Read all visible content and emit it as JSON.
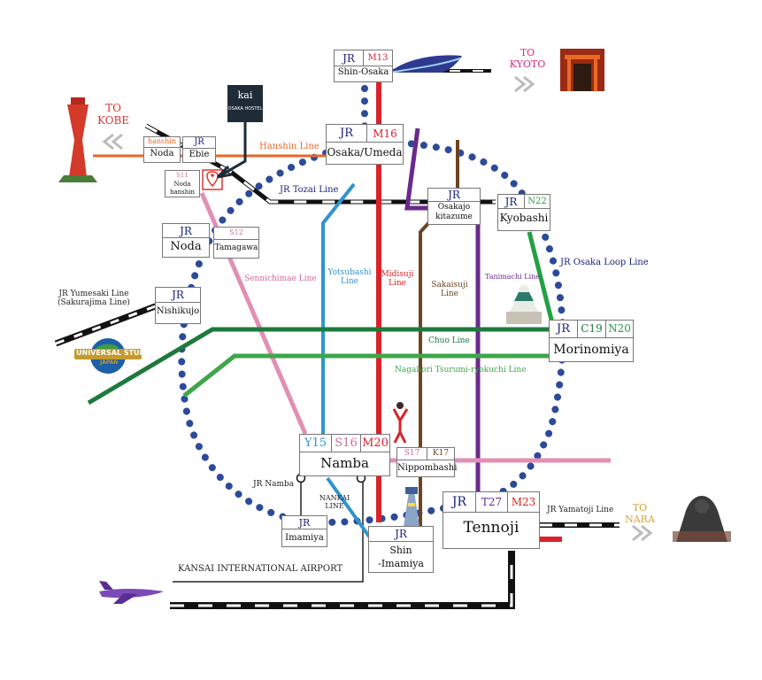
{
  "stations": {
    "shin_osaka": {
      "name": "Shin-Osaka",
      "line1": "JR",
      "line2": "M13"
    },
    "osaka_umeda": {
      "name": "Osaka/Umeda",
      "line1": "JR",
      "line2": "M16"
    },
    "noda_hanshin": {
      "name": "Noda",
      "line1": "hanshin"
    },
    "ebie": {
      "name": "Ebie",
      "line1": "JR"
    },
    "noda_hanshin_s11": {
      "code": "S11",
      "name": "Noda hanshin"
    },
    "noda_jr": {
      "name": "Noda",
      "line1": "JR"
    },
    "tamagawa": {
      "name": "Tamagawa",
      "code": "S12"
    },
    "nishikujo": {
      "name": "Nishikujo",
      "line1": "JR"
    },
    "osakajo_kitazume": {
      "name1": "Osakajo",
      "name2": "kitazume",
      "line1": "JR"
    },
    "kyobashi": {
      "name": "Kyobashi",
      "line1": "JR",
      "line2": "N22"
    },
    "morinomiya": {
      "name": "Morinomiya",
      "line1": "JR",
      "line2": "C19",
      "line3": "N20"
    },
    "namba": {
      "name": "Namba",
      "line1": "Y15",
      "line2": "S16",
      "line3": "M20"
    },
    "nippombashi": {
      "name": "Nippombashi",
      "line1": "S17",
      "line2": "K17"
    },
    "imamiya": {
      "name": "Imamiya",
      "line1": "JR"
    },
    "shin_imamiya": {
      "name1": "Shin",
      "name2": "-Imamiya",
      "line1": "JR"
    },
    "tennoji": {
      "name": "Tennoji",
      "line1": "JR",
      "line2": "T27",
      "line3": "M23"
    }
  },
  "lines": {
    "hanshin": "Hanshin Line",
    "jr_tozai": "JR Tozai Line",
    "sennichimae": "Sennichimae Line",
    "yotsubashi_1": "Yotsubashi",
    "yotsubashi_2": "Line",
    "midisuji_1": "Midisuji",
    "midisuji_2": "Line",
    "sakaisuji_1": "Sakaisuji",
    "sakaisuji_2": "Line",
    "tanimachi": "Tanimachi Line",
    "jr_loop": "JR Osaka Loop Line",
    "jr_yumesaki_1": "JR Yumesaki Line",
    "jr_yumesaki_2": "(Sakurajima Line)",
    "chuo": "Chuo Line",
    "nagahori": "Nagahori Tsurumi-ryokuchi Line",
    "jr_namba": "JR Namba",
    "nankai_1": "NANKAI",
    "nankai_2": "LINE",
    "jr_yamatoji": "JR Yamatoji Line",
    "kansai_airport": "KANSAI INTERNATIONAL AIRPORT"
  },
  "directions": {
    "kobe": {
      "to": "TO",
      "place": "KOBE"
    },
    "kyoto": {
      "to": "TO",
      "place": "KYOTO"
    },
    "nara": {
      "to": "TO",
      "place": "NARA"
    }
  },
  "hotel_logo": {
    "text": "kai",
    "sub": "OSAKA HOSTEL"
  },
  "usj_logo": {
    "text": "UNIVERSAL STUDIOS",
    "sub": "JAPAN"
  },
  "colors": {
    "jr": "#1a237e",
    "loop_dots": "#2c4a9a",
    "hanshin": "#e8672a",
    "midosuji": "#d9232a",
    "tanimachi": "#6a2a8c",
    "sakaisuji": "#6b4421",
    "yotsubashi": "#2e94d0",
    "sennichimae": "#e28fb4",
    "chuo": "#1d7a3c",
    "nagahori": "#3fa64a",
    "direction_red": "#e0352b",
    "direction_pink": "#d4287d",
    "direction_gold": "#d8a33a",
    "n_code_green": "#2b9a44"
  },
  "icons": [
    "location-pin-icon",
    "bullet-train-icon",
    "airplane-icon",
    "osaka-castle-icon",
    "tsutenkaku-tower-icon",
    "glico-runner-icon",
    "kobe-tower-icon",
    "torii-gates-icon",
    "great-buddha-icon",
    "chevron-left-icon",
    "chevron-right-icon"
  ]
}
